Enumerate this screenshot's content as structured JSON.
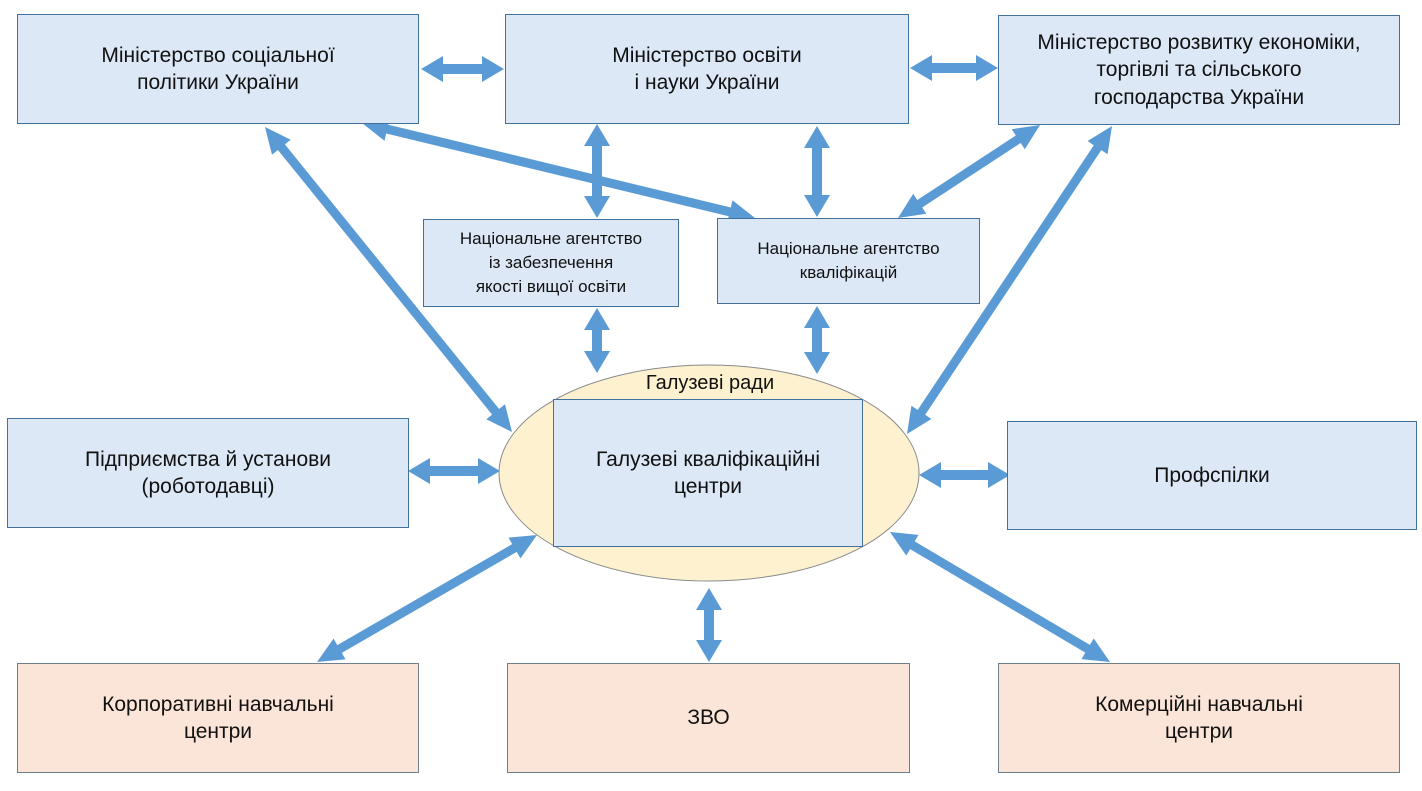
{
  "diagram": {
    "colors": {
      "arrow": "#5b9bd5",
      "box_fill_blue": "#dce8f5",
      "box_fill_pink": "#fbe4d8",
      "box_border": "#41719c",
      "ellipse_fill": "#fdf1cf",
      "ellipse_border": "#8a8a8a"
    },
    "nodes": {
      "min_social": "Міністерство соціальної\nполітики України",
      "min_education": "Міністерство освіти\nі науки України",
      "min_economy": "Міністерство розвитку економіки,\nторгівлі та сільського\nгосподарства України",
      "nazyavo": "Національне агентство\nіз забезпечення\nякості вищої освіти",
      "nqa": "Національне агентство\nкваліфікацій",
      "sector_councils": "Галузеві ради",
      "sector_centers": "Галузеві кваліфікаційні\nцентри",
      "employers": "Підприємства й установи\n(роботодавці)",
      "trade_unions": "Профспілки",
      "corporate_centers": "Корпоративні навчальні\nцентри",
      "zvo": "ЗВО",
      "commercial_centers": "Комерційні навчальні\nцентри"
    },
    "connections": [
      {
        "from": "min_social",
        "to": "min_education",
        "type": "bidirectional"
      },
      {
        "from": "min_education",
        "to": "min_economy",
        "type": "bidirectional"
      },
      {
        "from": "min_social",
        "to": "nqa",
        "type": "bidirectional"
      },
      {
        "from": "min_social",
        "to": "sector_councils",
        "type": "bidirectional"
      },
      {
        "from": "min_education",
        "to": "nazyavo",
        "type": "bidirectional"
      },
      {
        "from": "min_education",
        "to": "nqa",
        "type": "bidirectional"
      },
      {
        "from": "min_economy",
        "to": "nqa",
        "type": "bidirectional"
      },
      {
        "from": "min_economy",
        "to": "sector_councils",
        "type": "bidirectional"
      },
      {
        "from": "nazyavo",
        "to": "sector_councils",
        "type": "bidirectional"
      },
      {
        "from": "nqa",
        "to": "sector_councils",
        "type": "bidirectional"
      },
      {
        "from": "employers",
        "to": "sector_councils",
        "type": "bidirectional"
      },
      {
        "from": "trade_unions",
        "to": "sector_councils",
        "type": "bidirectional"
      },
      {
        "from": "corporate_centers",
        "to": "sector_councils",
        "type": "bidirectional"
      },
      {
        "from": "zvo",
        "to": "sector_councils",
        "type": "bidirectional"
      },
      {
        "from": "commercial_centers",
        "to": "sector_councils",
        "type": "bidirectional"
      }
    ]
  }
}
